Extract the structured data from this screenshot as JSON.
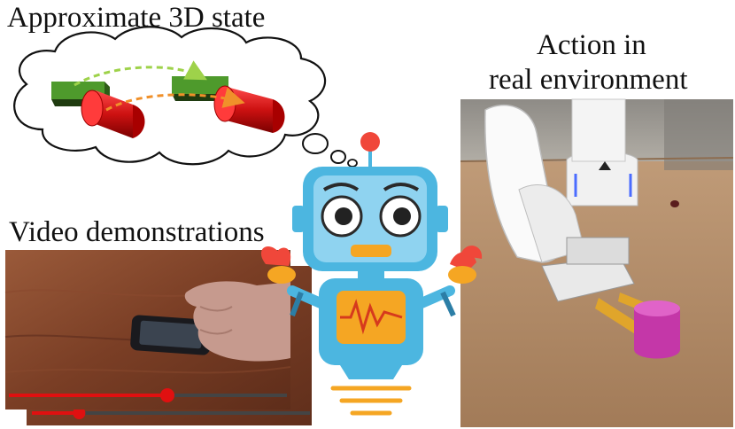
{
  "labels": {
    "approx_3d_state": "Approximate 3D state",
    "action_line1": "Action in",
    "action_line2": "real environment",
    "video_demos": "Video demonstrations"
  },
  "colors": {
    "green_block": "#4e9a2c",
    "red_cylinder": "#cc1111",
    "green_arrow": "#9ed24a",
    "orange_arrow": "#f0902a",
    "robot_blue": "#4cb6e0",
    "robot_light": "#8fd3f0",
    "robot_orange": "#f5a623",
    "progress_red": "#e01010"
  },
  "icons": {
    "thought_cloud": "thought-cloud-icon",
    "robot": "robot-mascot-icon",
    "video_progress": "progress-bar-icon"
  },
  "video_progress": {
    "front_progress": 0.57,
    "back_progress": 0.17
  }
}
